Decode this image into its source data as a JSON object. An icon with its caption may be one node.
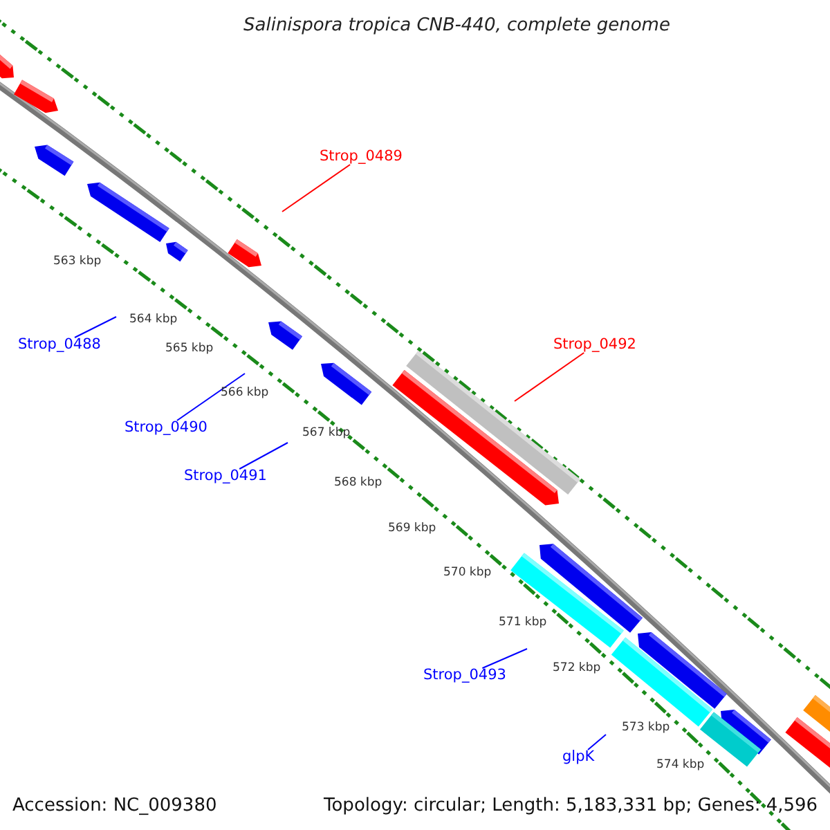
{
  "diagram": {
    "title": "Salinispora tropica CNB-440, complete genome",
    "nodes": [
      {
        "text": [
          "Strop_0489"
        ]
      },
      {
        "text": [
          "Strop_0492"
        ]
      },
      {
        "text": [
          "Strop_0488"
        ]
      },
      {
        "text": [
          "Strop_0490"
        ]
      },
      {
        "text": [
          "Strop_0491"
        ]
      },
      {
        "text": [
          "Strop_0493"
        ]
      },
      {
        "text": [
          "glpK"
        ]
      }
    ],
    "edges": [
      {
        "from": 0,
        "to": null,
        "arrow": "none",
        "color": "#ff0000"
      },
      {
        "from": 1,
        "to": null,
        "arrow": "none",
        "color": "#ff0000"
      },
      {
        "from": 2,
        "to": null,
        "arrow": "none"
      },
      {
        "from": 3,
        "to": null,
        "arrow": "none"
      },
      {
        "from": 4,
        "to": null,
        "arrow": "none"
      },
      {
        "from": 5,
        "to": null,
        "arrow": "none"
      },
      {
        "from": 6,
        "to": null,
        "arrow": "none"
      }
    ],
    "labels": [
      "563 kbp",
      "564 kbp",
      "565 kbp",
      "566 kbp",
      "567 kbp",
      "568 kbp",
      "569 kbp",
      "570 kbp",
      "571 kbp",
      "572 kbp",
      "573 kbp",
      "574 kbp",
      "Accession: NC_009380",
      "Topology: circular; Length: 5,183,331 bp; Genes: 4,596"
    ]
  }
}
